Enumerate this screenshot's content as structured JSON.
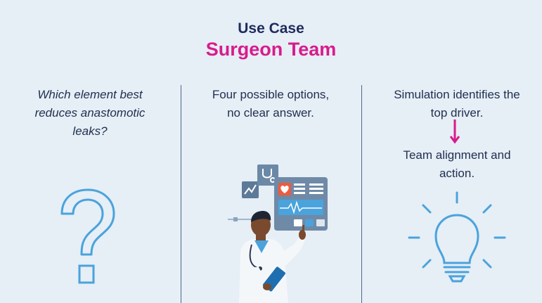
{
  "header": {
    "label": "Use Case",
    "title": "Surgeon Team"
  },
  "columns": [
    {
      "text_lines": [
        "Which element best",
        "reduces anastomotic",
        "leaks?"
      ],
      "icon": "question-mark-icon"
    },
    {
      "text_lines": [
        "Four possible options,",
        "no clear answer."
      ],
      "icon": "doctor-with-monitor-illustration"
    },
    {
      "text_lines": [
        "Simulation identifies the",
        "top driver."
      ],
      "followup_lines": [
        "Team alignment and",
        "action."
      ],
      "icon": "lightbulb-icon"
    }
  ],
  "colors": {
    "background": "#e6eef6",
    "title_primary": "#1e2c5c",
    "title_accent": "#d81b8c",
    "icon_blue": "#4aa3dc"
  }
}
